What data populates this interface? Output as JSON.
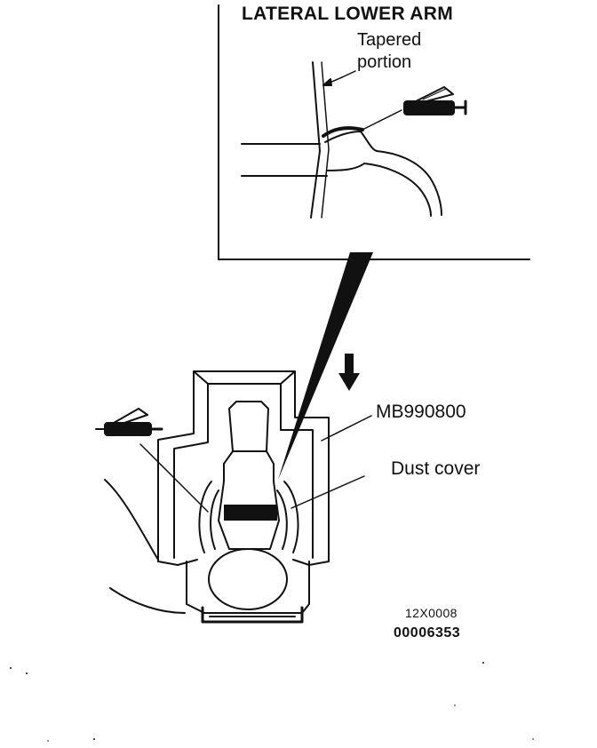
{
  "diagram": {
    "title": "LATERAL LOWER ARM",
    "labels": {
      "tapered_line1": "Tapered",
      "tapered_line2": "portion",
      "tool": "MB990800",
      "dust_cover": "Dust cover"
    },
    "codes": {
      "figure_id": "12X0008",
      "doc_number": "00006353"
    }
  },
  "icons": [
    "grease-gun-icon",
    "press-direction-arrow-icon"
  ]
}
